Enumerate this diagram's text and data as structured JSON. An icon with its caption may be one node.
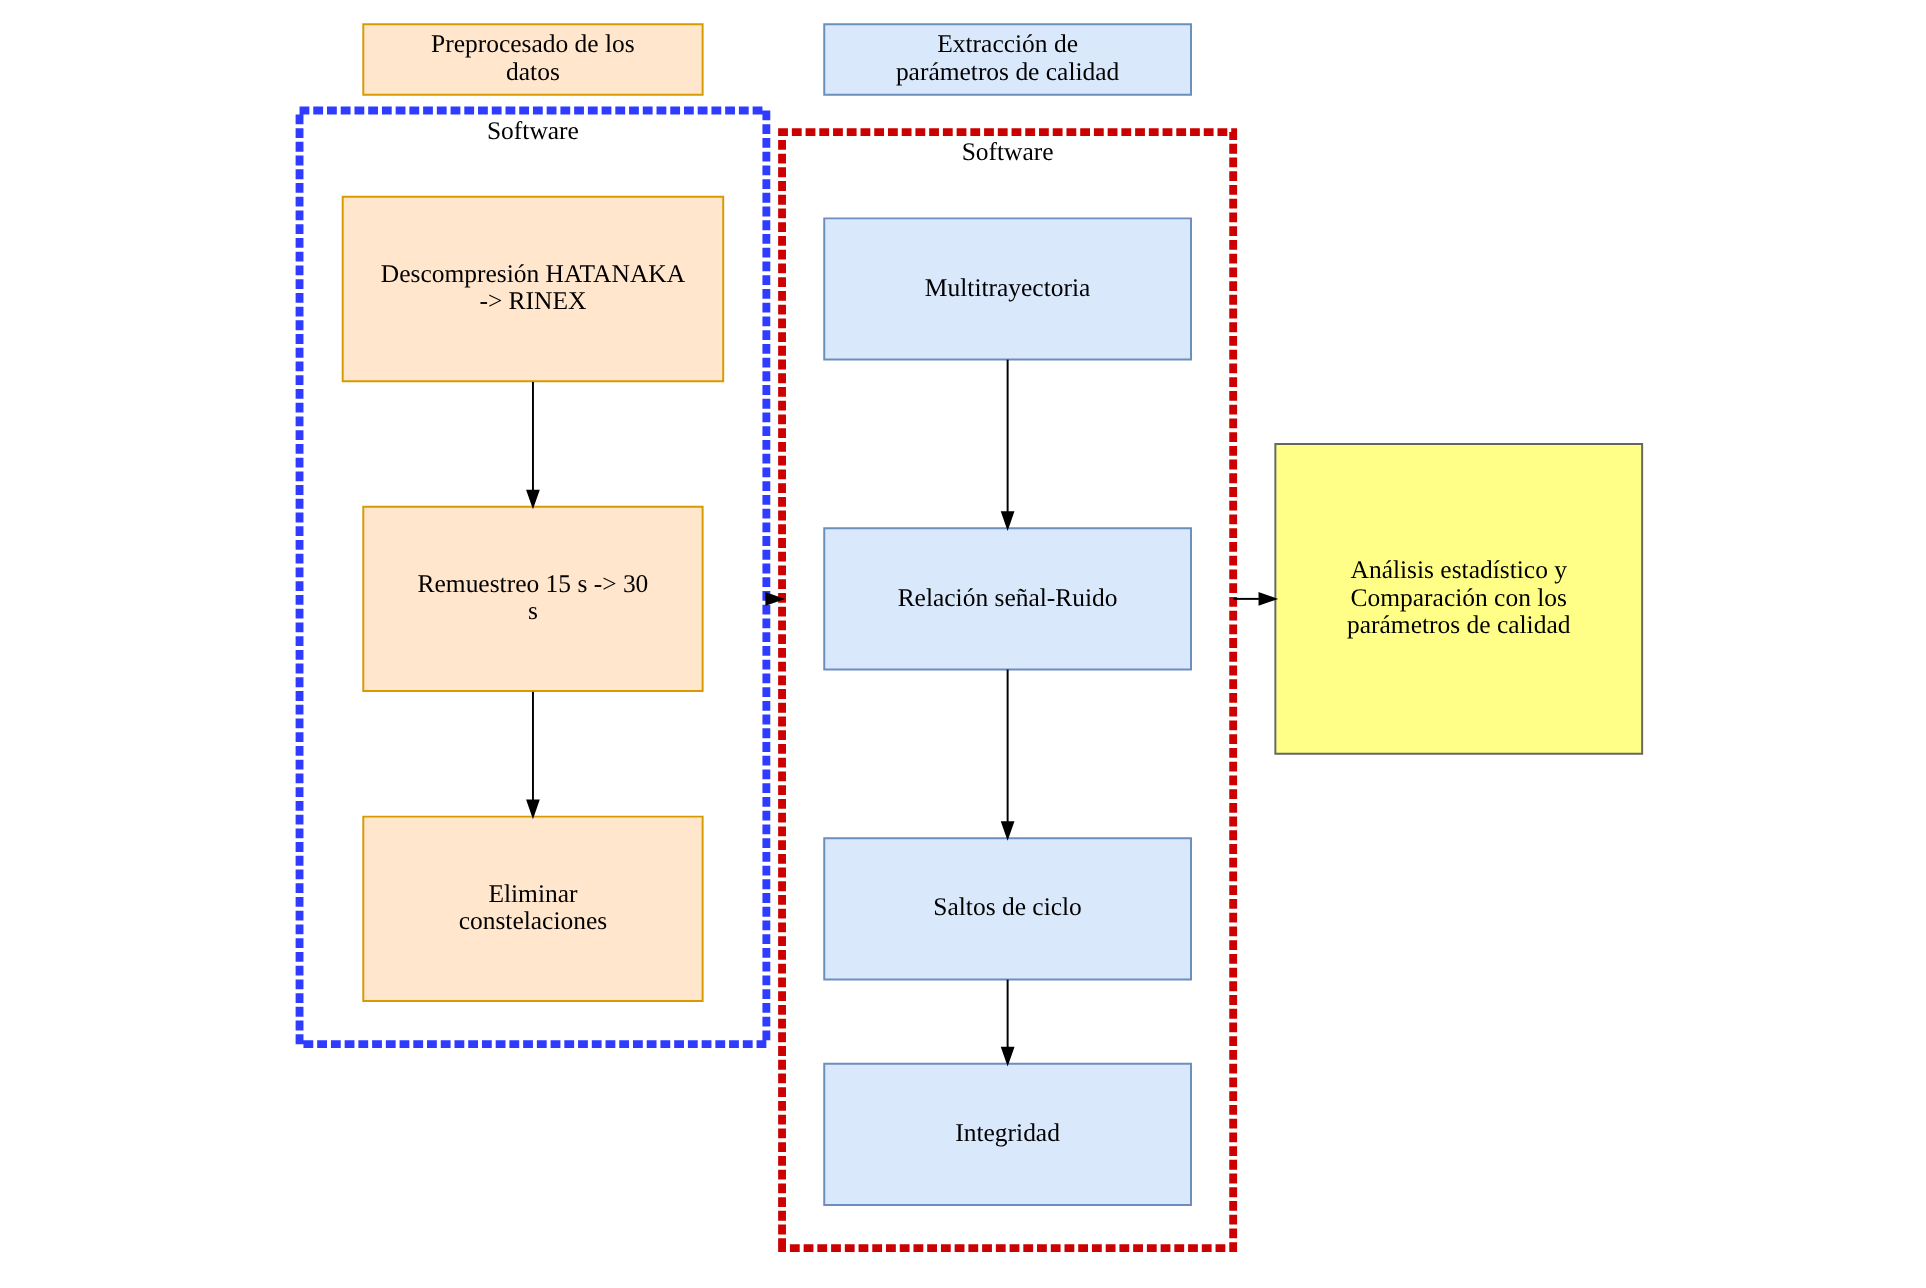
{
  "diagram": {
    "nodes": [
      {
        "text": [
          "Preprocesado de los datos"
        ]
      },
      {
        "text": [
          "Extracción de parámetros de calidad"
        ]
      },
      {
        "text": [
          "Software"
        ]
      },
      {
        "text": [
          "Descompresión HATANAKA -> RINEX"
        ],
        "in": 2
      },
      {
        "text": [
          "Remuestreo 15 s -> 30 s"
        ],
        "in": 2
      },
      {
        "text": [
          "Eliminar constelaciones"
        ],
        "in": 2
      },
      {
        "text": [
          "Software"
        ]
      },
      {
        "text": [
          "Multitrayectoria"
        ],
        "in": 6
      },
      {
        "text": [
          "Relación señal-Ruido"
        ],
        "in": 6
      },
      {
        "text": [
          "Saltos de ciclo"
        ],
        "in": 6
      },
      {
        "text": [
          "Integridad"
        ],
        "in": 6
      },
      {
        "text": [
          "Análisis estadístico y Comparación con los parámetros de calidad"
        ]
      }
    ],
    "edges": [
      {
        "from": 3,
        "to": 4,
        "arrow": "to"
      },
      {
        "from": 4,
        "to": 5,
        "arrow": "to"
      },
      {
        "from": 7,
        "to": 8,
        "arrow": "to"
      },
      {
        "from": 8,
        "to": 9,
        "arrow": "to"
      },
      {
        "from": 9,
        "to": 10,
        "arrow": "to"
      },
      {
        "from": 2,
        "to": 6,
        "arrow": "to"
      },
      {
        "from": 6,
        "to": 11,
        "arrow": "to"
      }
    ]
  }
}
